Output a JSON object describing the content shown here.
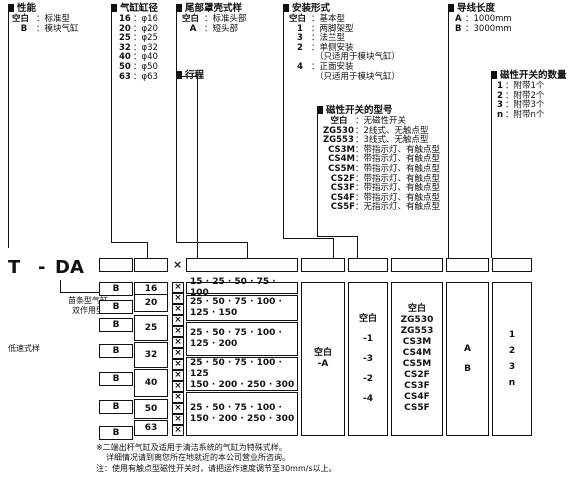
{
  "sections": {
    "performance": {
      "title": "性能",
      "items": [
        [
          "空白",
          "标准型"
        ],
        [
          "B",
          "模块气缸"
        ]
      ]
    },
    "bore": {
      "title": "气缸缸径",
      "items": [
        [
          "16",
          "φ16"
        ],
        [
          "20",
          "φ20"
        ],
        [
          "25",
          "φ25"
        ],
        [
          "32",
          "φ32"
        ],
        [
          "40",
          "φ40"
        ],
        [
          "50",
          "φ50"
        ],
        [
          "63",
          "φ63"
        ]
      ]
    },
    "tail": {
      "title": "尾部罩壳式样",
      "items": [
        [
          "空白",
          "标准头部"
        ],
        [
          "A",
          "短头部"
        ]
      ]
    },
    "mount": {
      "title": "安装形式",
      "items": [
        [
          "空白",
          "基本型"
        ],
        [
          "1",
          "两脚架型"
        ],
        [
          "3",
          "法兰型"
        ],
        [
          "2",
          "单侧安装"
        ],
        [
          "",
          "（只适用于模块气缸）"
        ],
        [
          "4",
          "正面安装"
        ],
        [
          "",
          "（只适用于模块气缸）"
        ]
      ]
    },
    "lead": {
      "title": "导线长度",
      "items": [
        [
          "A",
          "1000mm"
        ],
        [
          "B",
          "3000mm"
        ]
      ]
    },
    "stroke": {
      "title": "行程"
    },
    "switch_count": {
      "title": "磁性开关的数量",
      "items": [
        [
          "1",
          "附带1个"
        ],
        [
          "2",
          "附带2个"
        ],
        [
          "3",
          "附带3个"
        ],
        [
          "n",
          "附带n个"
        ]
      ]
    },
    "switch_type": {
      "title": "磁性开关的型号",
      "items": [
        [
          "空白",
          "无磁性开关"
        ],
        [
          "ZG530",
          "2线式、无触点型"
        ],
        [
          "ZG553",
          "3线式、无触点型"
        ],
        [
          "CS3M",
          "带指示灯、有触点型"
        ],
        [
          "CS4M",
          "带指示灯、有触点型"
        ],
        [
          "CS5M",
          "带指示灯、有触点型"
        ],
        [
          "CS2F",
          "带指示灯、有触点型"
        ],
        [
          "CS3F",
          "带指示灯、有触点型"
        ],
        [
          "CS4F",
          "带指示灯、有触点型"
        ],
        [
          "CS5F",
          "无指示灯、有触点型"
        ]
      ]
    }
  },
  "model": {
    "t": "T",
    "dash": "-",
    "da": "DA",
    "x_mark": "×"
  },
  "labels": {
    "row_type": "苗条型气缸\n双作用型",
    "low_speed": "低速式样"
  },
  "table": {
    "col_b": [
      "B",
      "B",
      "B",
      "B",
      "B",
      "B",
      "B"
    ],
    "bores": [
      "16",
      "20",
      "25",
      "32",
      "40",
      "50",
      "63"
    ],
    "x": [
      "×",
      "×",
      "×",
      "×",
      "×",
      "×",
      "×",
      "×",
      "×",
      "×",
      "×",
      "×",
      "×",
      "×"
    ],
    "strokes": [
      "15 · 25 · 50 · 75 · 100",
      "25 · 50 · 75 · 100 ·\n125 · 150",
      "25 · 50 · 75 · 100 ·\n125 · 200",
      "25 · 50 · 75 · 100 · 125\n150 · 200 · 250 · 300",
      "25 · 50 · 75 · 100 ·\n150 · 200 · 250 · 300"
    ],
    "tail_col": "空白\n-A",
    "mount_col": "空白\n-1\n-3\n-2\n-4",
    "switch_col": "空白\nZG530\nZG553\nCS3M\nCS4M\nCS5M\nCS2F\nCS3F\nCS4F\nCS5F",
    "lead_col": "A\nB",
    "count_col": "1\n2\n3\nn"
  },
  "notes": [
    "※二端出杆气缸及适用于清洁系统的气缸为特殊式样。",
    "详细情况请到离您所在地就近的本公司营业所咨询。",
    "注：使用有触点型磁性开关时，请把运作速度调节至30mm/s以上。"
  ]
}
